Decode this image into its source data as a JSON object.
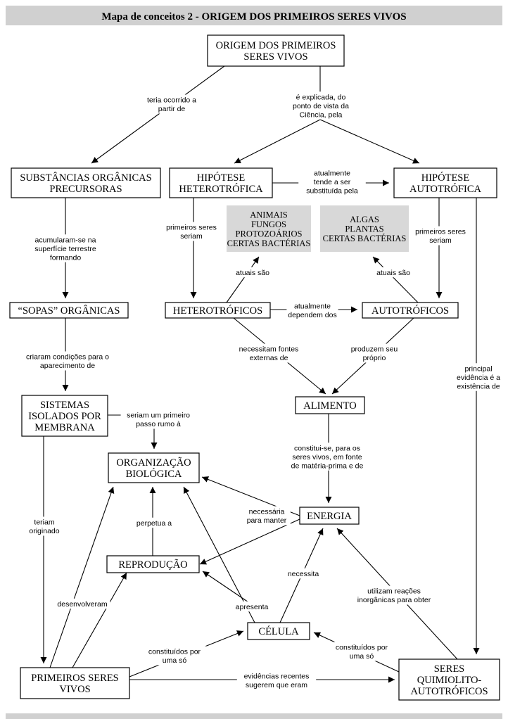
{
  "title": "Mapa de conceitos 2 - ORIGEM DOS PRIMEIROS SERES VIVOS",
  "nodes": {
    "origem": [
      "ORIGEM DOS PRIMEIROS",
      "SERES VIVOS"
    ],
    "substancias": [
      "SUBSTÂNCIAS ORGÂNICAS",
      "PRECURSORAS"
    ],
    "hip_het": [
      "HIPÓTESE",
      "HETEROTRÓFICA"
    ],
    "hip_aut": [
      "HIPÓTESE",
      "AUTOTRÓFICA"
    ],
    "animais": [
      "ANIMAIS",
      "FUNGOS",
      "PROTOZOÁRIOS",
      "CERTAS BACTÉRIAS"
    ],
    "algas": [
      "ALGAS",
      "PLANTAS",
      "CERTAS BACTÉRIAS"
    ],
    "sopas": [
      "“SOPAS” ORGÂNICAS"
    ],
    "heterotroficos": [
      "HETEROTRÓFICOS"
    ],
    "autotroficos": [
      "AUTOTRÓFICOS"
    ],
    "sistemas": [
      "SISTEMAS",
      "ISOLADOS POR",
      "MEMBRANA"
    ],
    "alimento": [
      "ALIMENTO"
    ],
    "organizacao": [
      "ORGANIZAÇÃO",
      "BIOLÓGICA"
    ],
    "energia": [
      "ENERGIA"
    ],
    "reproducao": [
      "REPRODUÇÃO"
    ],
    "celula": [
      "CÉLULA"
    ],
    "primeiros": [
      "PRIMEIROS SERES",
      "VIVOS"
    ],
    "quimio": [
      "SERES",
      "QUIMIOLITO-",
      "AUTOTRÓFICOS"
    ]
  },
  "links": {
    "teria_ocorrido": [
      "teria ocorrido a",
      "partir de"
    ],
    "e_explicada": [
      "é explicada, do",
      "ponto de vista da",
      "Ciência, pela"
    ],
    "atualmente_tende": [
      "atualmente",
      "tende a ser",
      "substituída pela"
    ],
    "acumularam": [
      "acumularam-se na",
      "superfície terrestre",
      "formando"
    ],
    "primeiros_seres_seriam_1": [
      "primeiros seres",
      "seriam"
    ],
    "primeiros_seres_seriam_2": [
      "primeiros seres",
      "seriam"
    ],
    "atuais_sao_1": [
      "atuais são"
    ],
    "atuais_sao_2": [
      "atuais são"
    ],
    "atualmente_dependem": [
      "atualmente",
      "dependem dos"
    ],
    "criaram": [
      "criaram condições para o",
      "aparecimento de"
    ],
    "necessitam": [
      "necessitam fontes",
      "externas de"
    ],
    "produzem": [
      "produzem seu",
      "próprio"
    ],
    "principal": [
      "principal",
      "evidência é a",
      "existência de"
    ],
    "seriam_um_primeiro": [
      "seriam um primeiro",
      "passo rumo à"
    ],
    "constitui_se": [
      "constitui-se, para os",
      "seres vivos, em fonte",
      "de matéria-prima e de"
    ],
    "teriam_originado": [
      "teriam",
      "originado"
    ],
    "necessaria": [
      "necessária",
      "para manter"
    ],
    "perpetua": [
      "perpetua a"
    ],
    "necessita": [
      "necessita"
    ],
    "utilizam": [
      "utilizam reações",
      "inorgânicas para obter"
    ],
    "desenvolveram": [
      "desenvolveram"
    ],
    "apresenta": [
      "apresenta"
    ],
    "constituidos_1": [
      "constituídos por",
      "uma só"
    ],
    "constituidos_2": [
      "constituídos por",
      "uma só"
    ],
    "evidencias": [
      "evidências recentes",
      "sugerem que eram"
    ]
  }
}
